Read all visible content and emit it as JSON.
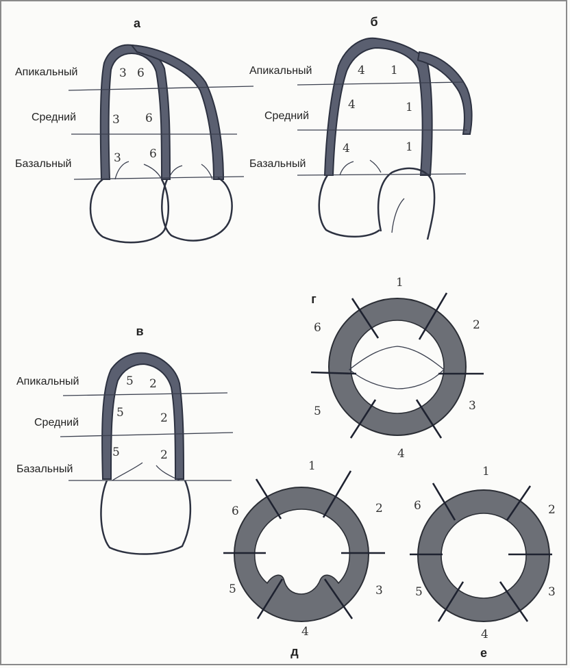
{
  "panels": {
    "a": "а",
    "b": "б",
    "v": "в",
    "g": "г",
    "d": "д",
    "e": "е"
  },
  "levels": {
    "apical": "Апикальный",
    "middle": "Средний",
    "basal": "Базальный"
  },
  "segments": {
    "s1": "1",
    "s2": "2",
    "s3": "3",
    "s4": "4",
    "s5": "5",
    "s6": "6"
  },
  "colors": {
    "myocardium": "#5a5f70",
    "ring_myocardium": "#6c6f76",
    "line": "#2c3140",
    "background": "#fbfbf9"
  }
}
